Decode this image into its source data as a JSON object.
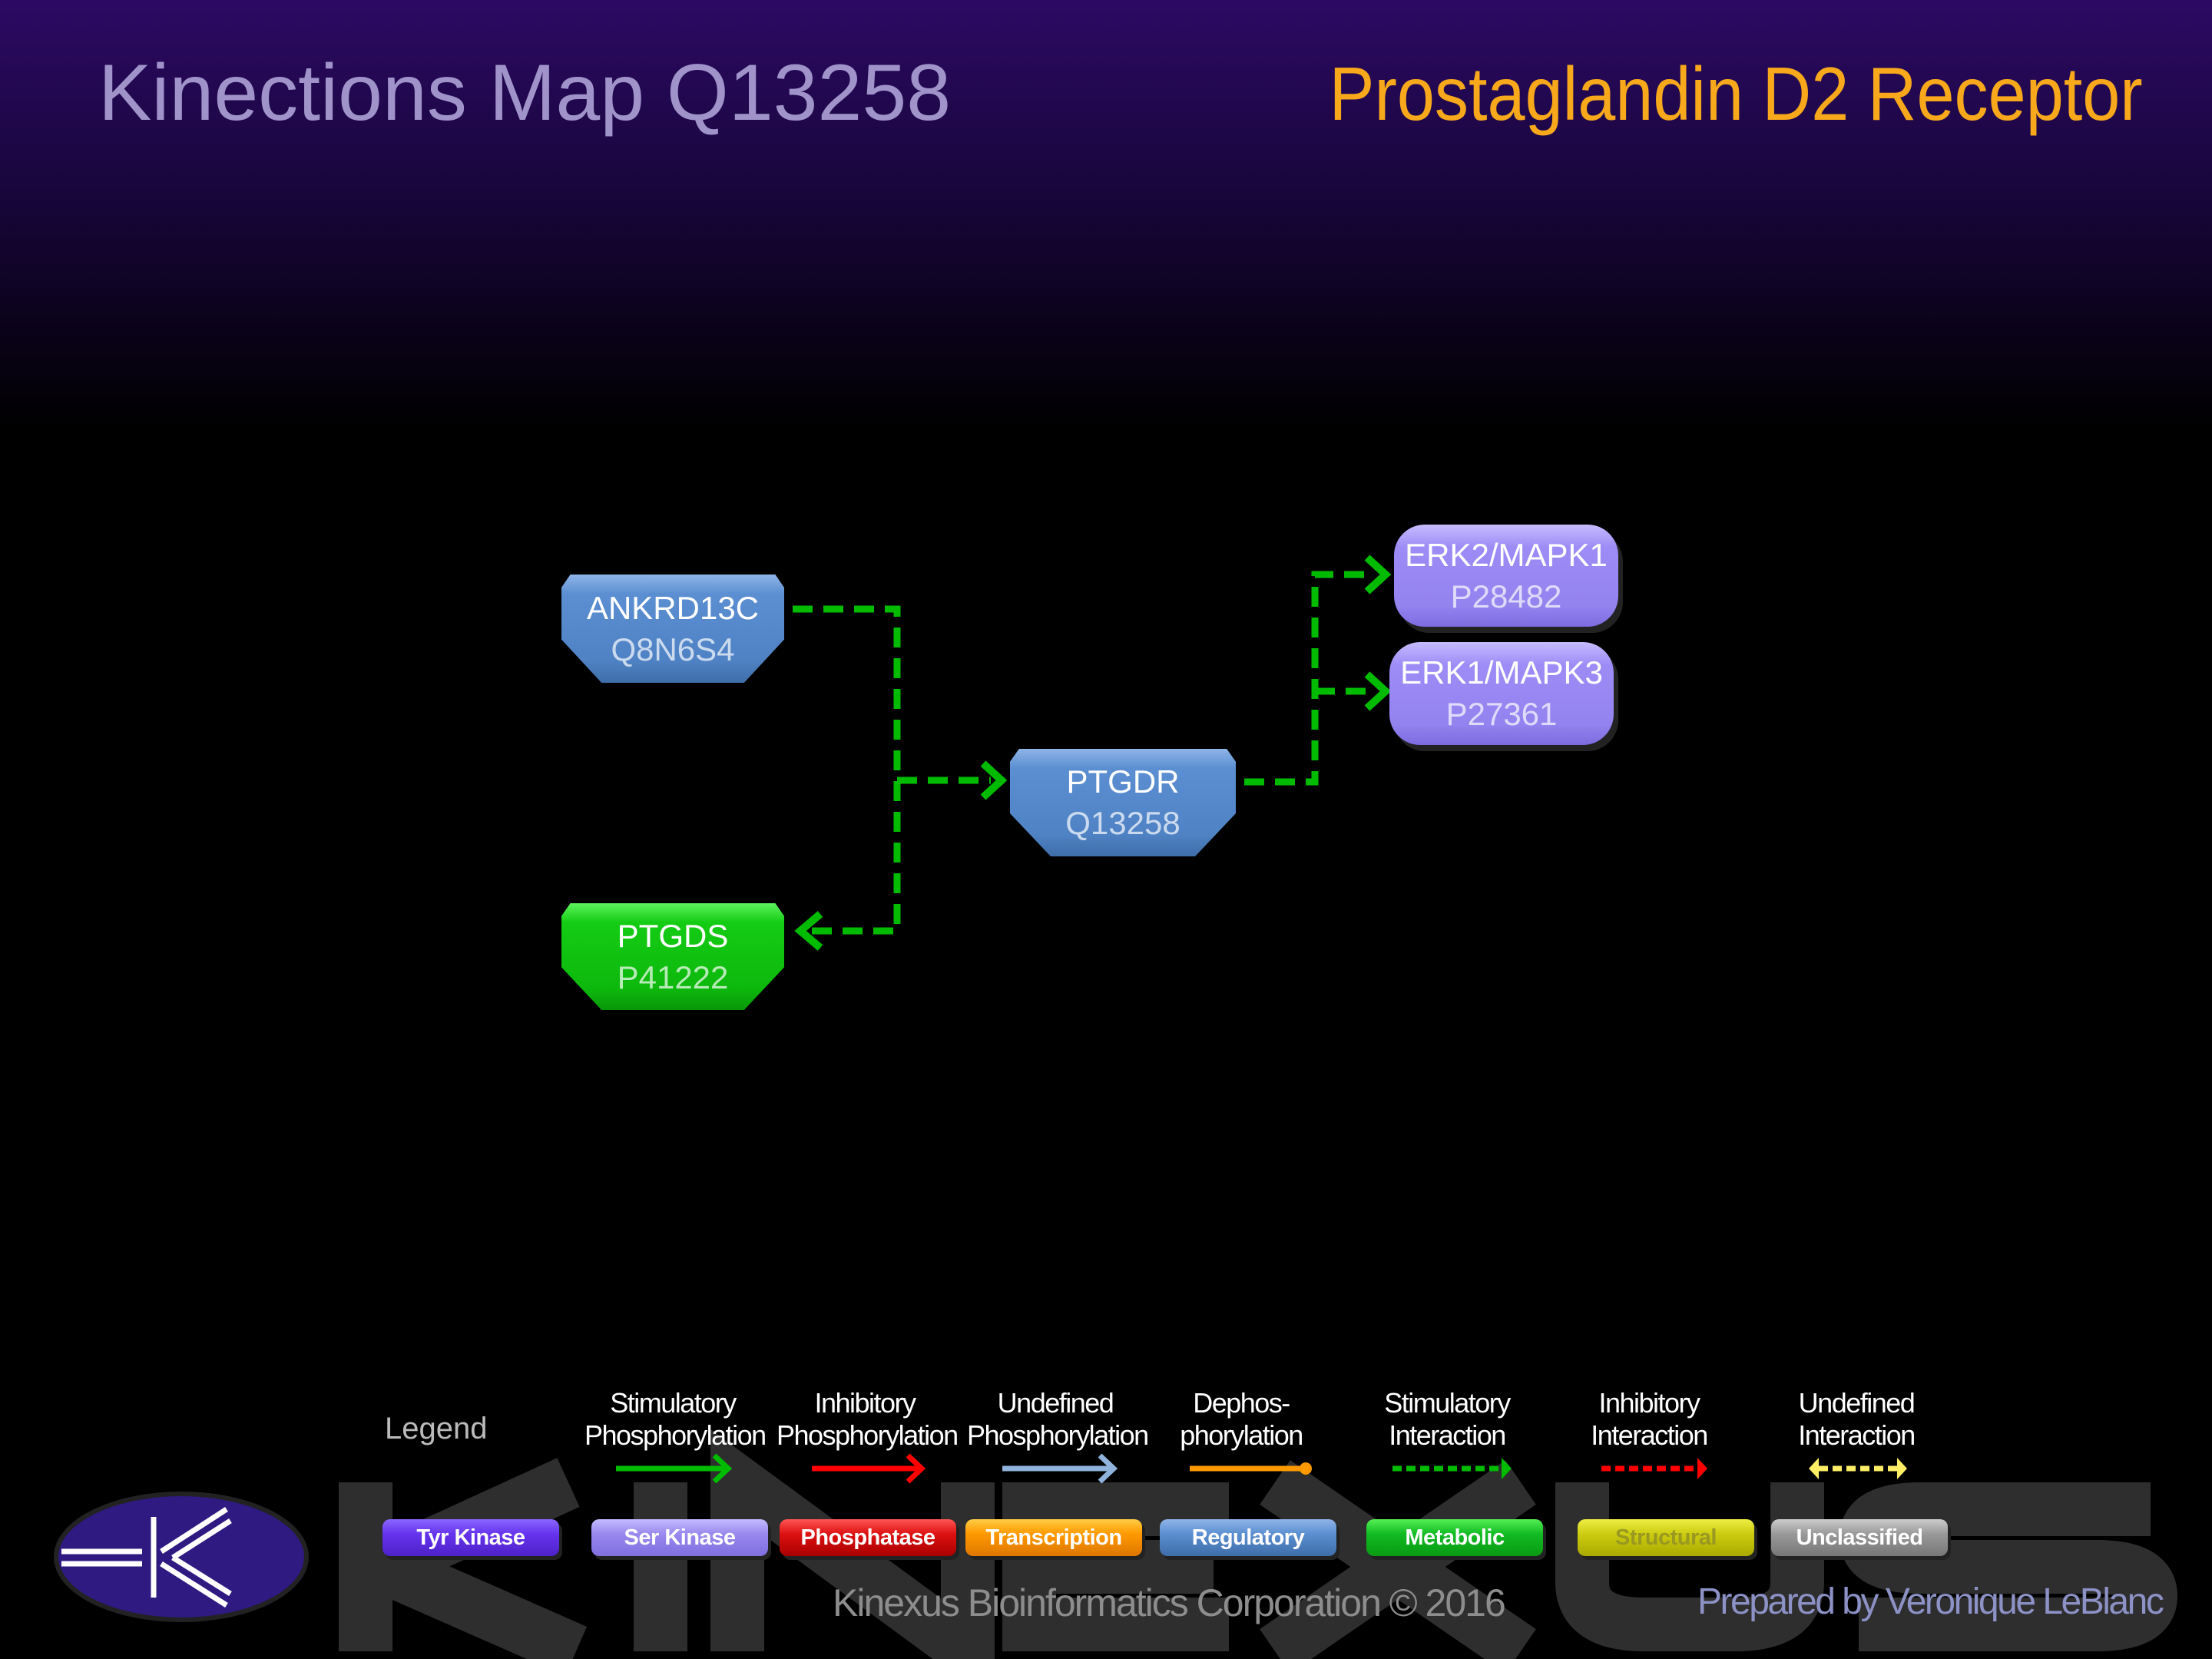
{
  "header": {
    "title": "Kinections Map Q13258",
    "protein_name": "Prostaglandin D2 Receptor"
  },
  "nodes": [
    {
      "name": "ANKRD13C",
      "accession": "Q8N6S4",
      "category": "Regulatory"
    },
    {
      "name": "PTGDR",
      "accession": "Q13258",
      "category": "Regulatory"
    },
    {
      "name": "PTGDS",
      "accession": "P41222",
      "category": "Metabolic"
    },
    {
      "name": "ERK2/MAPK1",
      "accession": "P28482",
      "category": "Ser Kinase"
    },
    {
      "name": "ERK1/MAPK3",
      "accession": "P27361",
      "category": "Ser Kinase"
    }
  ],
  "edges": [
    {
      "from": "ANKRD13C",
      "to": "PTGDR",
      "type": "Stimulatory Interaction"
    },
    {
      "from": "ANKRD13C",
      "to": "PTGDS",
      "type": "Stimulatory Interaction"
    },
    {
      "from": "PTGDR",
      "to": "ERK2/MAPK1",
      "type": "Stimulatory Interaction"
    },
    {
      "from": "PTGDR",
      "to": "ERK1/MAPK3",
      "type": "Stimulatory Interaction"
    }
  ],
  "legend": {
    "title": "Legend",
    "edge_types": [
      {
        "line1": "Stimulatory",
        "line2": "Phosphorylation",
        "color": "#00bb00"
      },
      {
        "line1": "Inhibitory",
        "line2": "Phosphorylation",
        "color": "#ff0000"
      },
      {
        "line1": "Undefined",
        "line2": "Phosphorylation",
        "color": "#8fb3dc"
      },
      {
        "line1": "Dephos-",
        "line2": "phorylation",
        "color": "#ff9900"
      },
      {
        "line1": "Stimulatory",
        "line2": "Interaction",
        "color": "#00bb00"
      },
      {
        "line1": "Inhibitory",
        "line2": "Interaction",
        "color": "#ff0000"
      },
      {
        "line1": "Undefined",
        "line2": "Interaction",
        "color": "#ffee66"
      }
    ],
    "categories": [
      {
        "label": "Tyr Kinase",
        "color": "#6633ee"
      },
      {
        "label": "Ser Kinase",
        "color": "#9988ee"
      },
      {
        "label": "Phosphatase",
        "color": "#dd1111"
      },
      {
        "label": "Transcription",
        "color": "#ff9900"
      },
      {
        "label": "Regulatory",
        "color": "#5b8fd1"
      },
      {
        "label": "Metabolic",
        "color": "#11bb22"
      },
      {
        "label": "Structural",
        "color": "#cccc11"
      },
      {
        "label": "Unclassified",
        "color": "#999999"
      }
    ]
  },
  "footer": {
    "copyright": "Kinexus Bioinformatics Corporation © 2016",
    "prepared_by": "Prepared by Veronique LeBlanc",
    "watermark": "KINEXUS"
  }
}
